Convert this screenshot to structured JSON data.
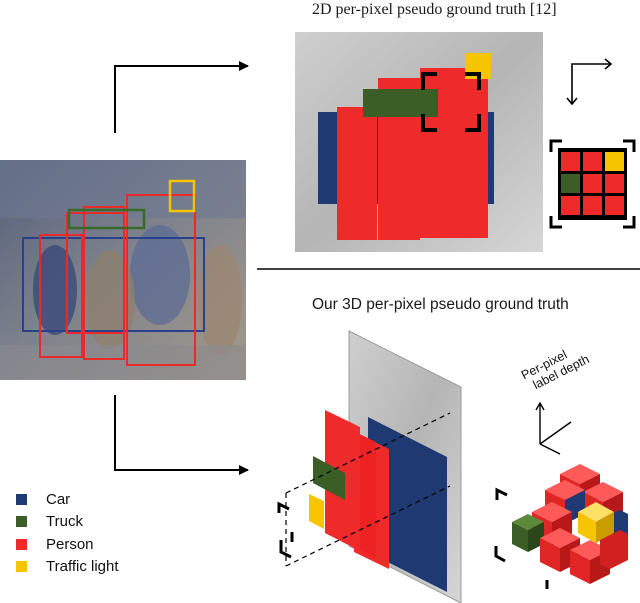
{
  "titles": {
    "top": "2D per-pixel pseudo ground truth [12]",
    "bottom": "Our 3D per-pixel pseudo ground truth"
  },
  "depth_label": {
    "line1": "Per-pixel",
    "line2": "label depth"
  },
  "legend": [
    {
      "label": "Car",
      "color": "#1f3a72"
    },
    {
      "label": "Truck",
      "color": "#3a5e26"
    },
    {
      "label": "Person",
      "color": "#ee2a2a"
    },
    {
      "label": "Traffic light",
      "color": "#f6c500"
    }
  ]
}
